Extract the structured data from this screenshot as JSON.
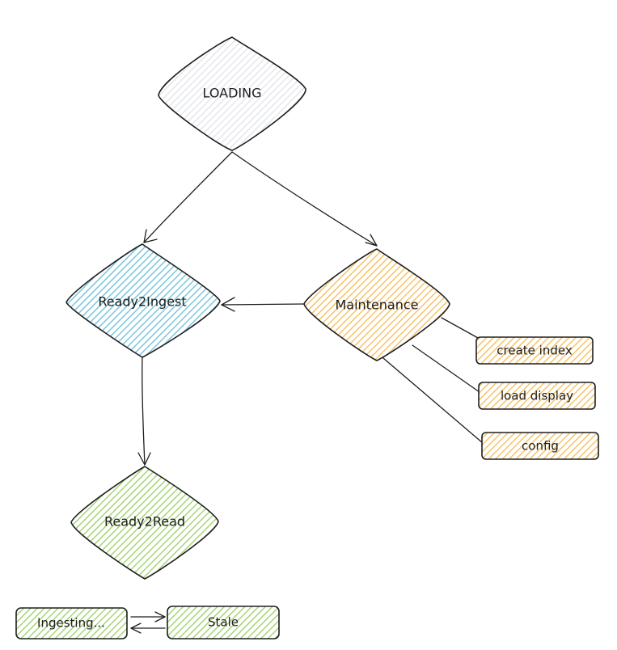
{
  "nodes": {
    "loading": {
      "label": "LOADING",
      "fill": "#eef0f3"
    },
    "ready2ingest": {
      "label": "Ready2Ingest",
      "fill": "#a5d8e6"
    },
    "maintenance": {
      "label": "Maintenance",
      "fill": "#ffd58a"
    },
    "ready2read": {
      "label": "Ready2Read",
      "fill": "#b8e08f"
    }
  },
  "maintenance_tasks": [
    {
      "label": "create index",
      "fill": "#ffd58a"
    },
    {
      "label": "load display",
      "fill": "#ffd58a"
    },
    {
      "label": "config",
      "fill": "#ffd58a"
    }
  ],
  "sub_states": {
    "ingesting": {
      "label": "Ingesting...",
      "fill": "#b8e08f"
    },
    "stale": {
      "label": "Stale",
      "fill": "#b8e08f"
    }
  }
}
